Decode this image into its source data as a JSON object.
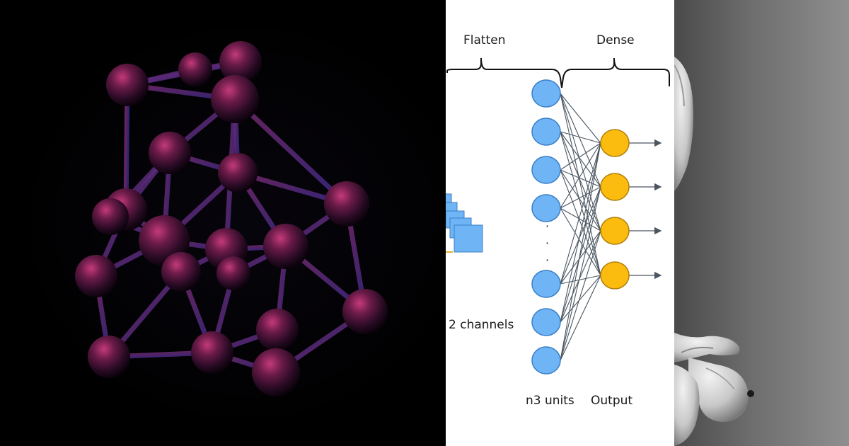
{
  "diagram": {
    "labels": {
      "flatten": "Flatten",
      "dense": "Dense",
      "channels": "2 channels",
      "hidden_units": "n3 units",
      "output": "Output",
      "ellipsis_dots": [
        "·",
        "·",
        "·"
      ]
    },
    "hidden_node_count": 7,
    "output_node_count": 4
  },
  "colors": {
    "hidden_node_fill": "#6fb5f5",
    "hidden_node_stroke": "#3a7fc8",
    "output_node_fill": "#fbbc0f",
    "output_node_stroke": "#b0800a",
    "connection_line": "#4a5560",
    "molecule_atom": "#6a1b48",
    "molecule_bond": "#5a2a7a",
    "right_panel_bg": "#6e6e6e"
  },
  "icons": {
    "left": "molecule-3d-icon",
    "right": "skeleton-figure-icon"
  }
}
